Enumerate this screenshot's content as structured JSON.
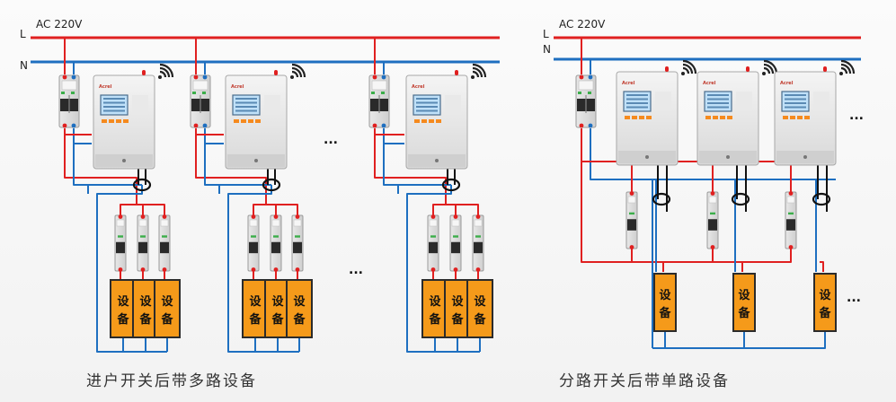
{
  "left": {
    "line_label": "L",
    "neutral_label": "N",
    "voltage_label": "AC 220V",
    "caption": "进户开关后带多路设备",
    "ellipsis": "..."
  },
  "right": {
    "line_label": "L",
    "neutral_label": "N",
    "voltage_label": "AC 220V",
    "caption": "分路开关后带单路设备",
    "ellipsis": "..."
  },
  "device_label_chars": [
    "设",
    "备"
  ],
  "device_brand": "Acrel",
  "colors": {
    "live_wire": "#e02020",
    "neutral_wire": "#1e6fc0",
    "device_box": "#f59a1a",
    "device_border": "#2b2b2b"
  },
  "icons": [
    "wifi-signal-icon",
    "current-transformer-ring-icon",
    "circuit-breaker-icon",
    "monitor-unit-icon",
    "indicator-led-icon"
  ]
}
